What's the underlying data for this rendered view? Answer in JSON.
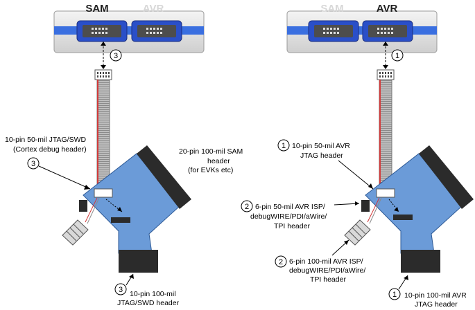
{
  "left": {
    "tab_sam": "SAM",
    "tab_avr": "AVR",
    "cable_marker": "3",
    "callout_jtag_swd_num": "3",
    "callout_jtag_swd_line1": "10-pin 50-mil JTAG/SWD",
    "callout_jtag_swd_line2": "(Cortex debug header)",
    "callout_sam20_line1": "20-pin 100-mil SAM",
    "callout_sam20_line2": "header",
    "callout_sam20_line3": "(for EVKs etc)",
    "callout_bottom_num": "3",
    "callout_bottom_line1": "10-pin 100-mil",
    "callout_bottom_line2": "JTAG/SWD header"
  },
  "right": {
    "tab_sam": "SAM",
    "tab_avr": "AVR",
    "cable_marker": "1",
    "callout_jtag_num": "1",
    "callout_jtag_line1": "10-pin 50-mil AVR",
    "callout_jtag_line2": "JTAG header",
    "callout_isp50_num": "2",
    "callout_isp50_line1": "6-pin 50-mil AVR ISP/",
    "callout_isp50_line2": "debugWIRE/PDI/aWire/",
    "callout_isp50_line3": "TPI header",
    "callout_isp100_num": "2",
    "callout_isp100_line1": "6-pin 100-mil AVR ISP/",
    "callout_isp100_line2": "debugWIRE/PDI/aWire/",
    "callout_isp100_line3": "TPI header",
    "callout_bottom_num": "1",
    "callout_bottom_line1": "10-pin 100-mil AVR",
    "callout_bottom_line2": "JTAG header"
  },
  "colors": {
    "adapter_blue": "#6b9bd8",
    "port_blue": "#2f5fd0",
    "dark_block": "#2b2b2b",
    "active_label": "#1f1f1f",
    "inactive_label": "#d8d8d8"
  }
}
